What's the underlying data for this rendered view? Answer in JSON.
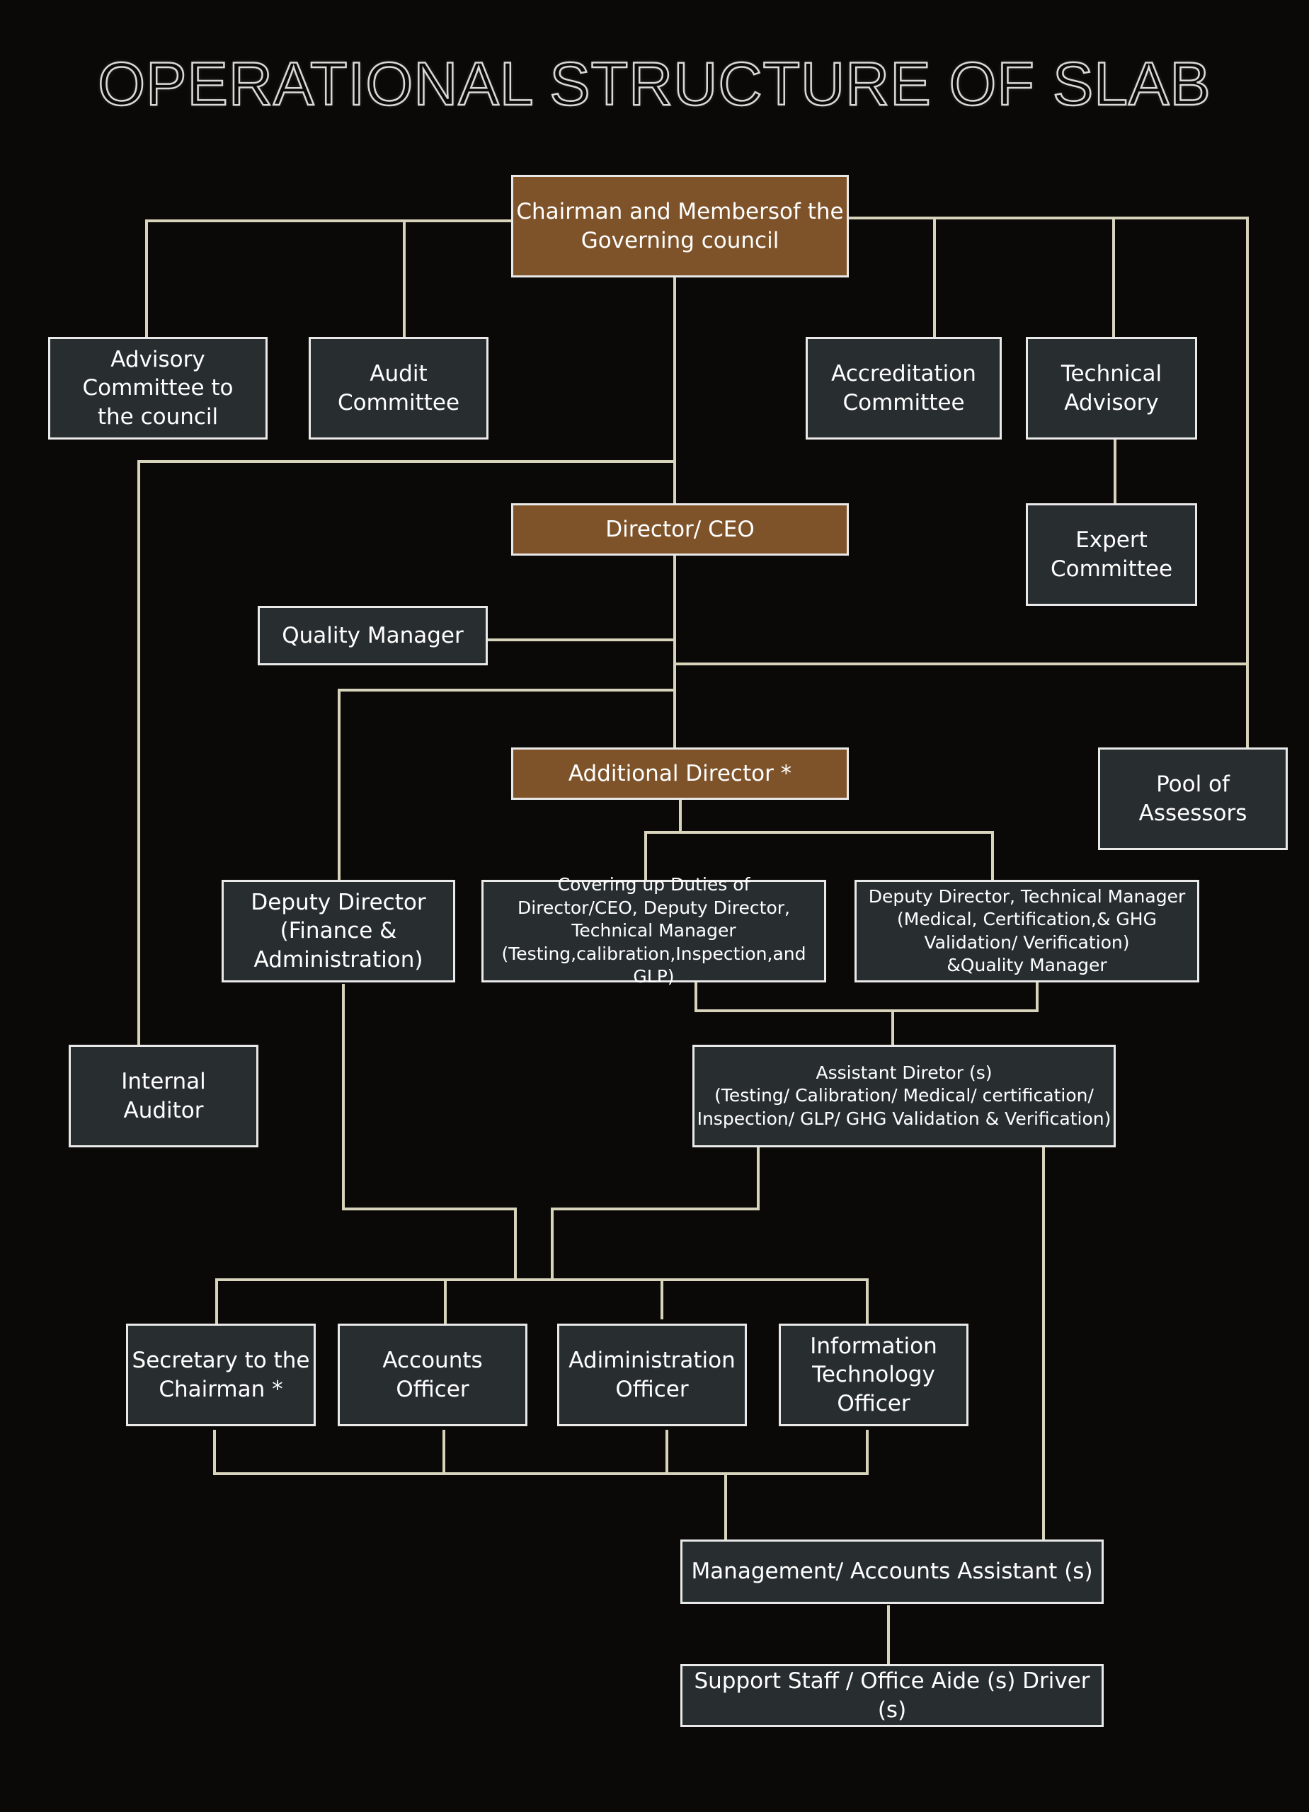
{
  "title": "OPERATIONAL STRUCTURE OF SLAB",
  "colors": {
    "background": "#0a0907",
    "box_fill": "#282e30",
    "leader_box_fill": "#7f532a",
    "box_border": "#e9e9e9",
    "connector": "#d8d4bb"
  },
  "nodes": {
    "chairman": "Chairman and Membersof the\nGoverning council",
    "advisory": "Advisory\nCommittee to\nthe council",
    "audit": "Audit\nCommittee",
    "accreditation": "Accreditation\nCommittee",
    "technical_advisory": "Technical\nAdvisory",
    "expert": "Expert\nCommittee",
    "director_ceo": "Director/ CEO",
    "quality_manager": "Quality Manager",
    "additional_director": "Additional Director *",
    "pool_of_assessors": "Pool of\nAssessors",
    "deputy_finance": "Deputy Director\n(Finance &\nAdministration)",
    "covering_duties": "Covering up Duties of\nDirector/CEO, Deputy Director,\nTechnical Manager\n(Testing,calibration,Inspection,and GLP)",
    "deputy_technical": "Deputy Director, Technical Manager\n(Medical, Certification,& GHG\nValidation/ Verification)\n&Quality Manager",
    "internal_auditor": "Internal\nAuditor",
    "assistant_director": "Assistant Diretor (s)\n(Testing/ Calibration/ Medical/ certification/\nInspection/ GLP/ GHG Validation & Verification)",
    "secretary": "Secretary to the\nChairman *",
    "accounts_officer": "Accounts\nOfficer",
    "administration_officer": "Adiministration\nOfficer",
    "it_officer": "Information\nTechnology\nOfficer",
    "management_assistant": "Management/ Accounts Assistant (s)",
    "support_staff": "Support Staff / Office Aide (s) Driver (s)"
  }
}
